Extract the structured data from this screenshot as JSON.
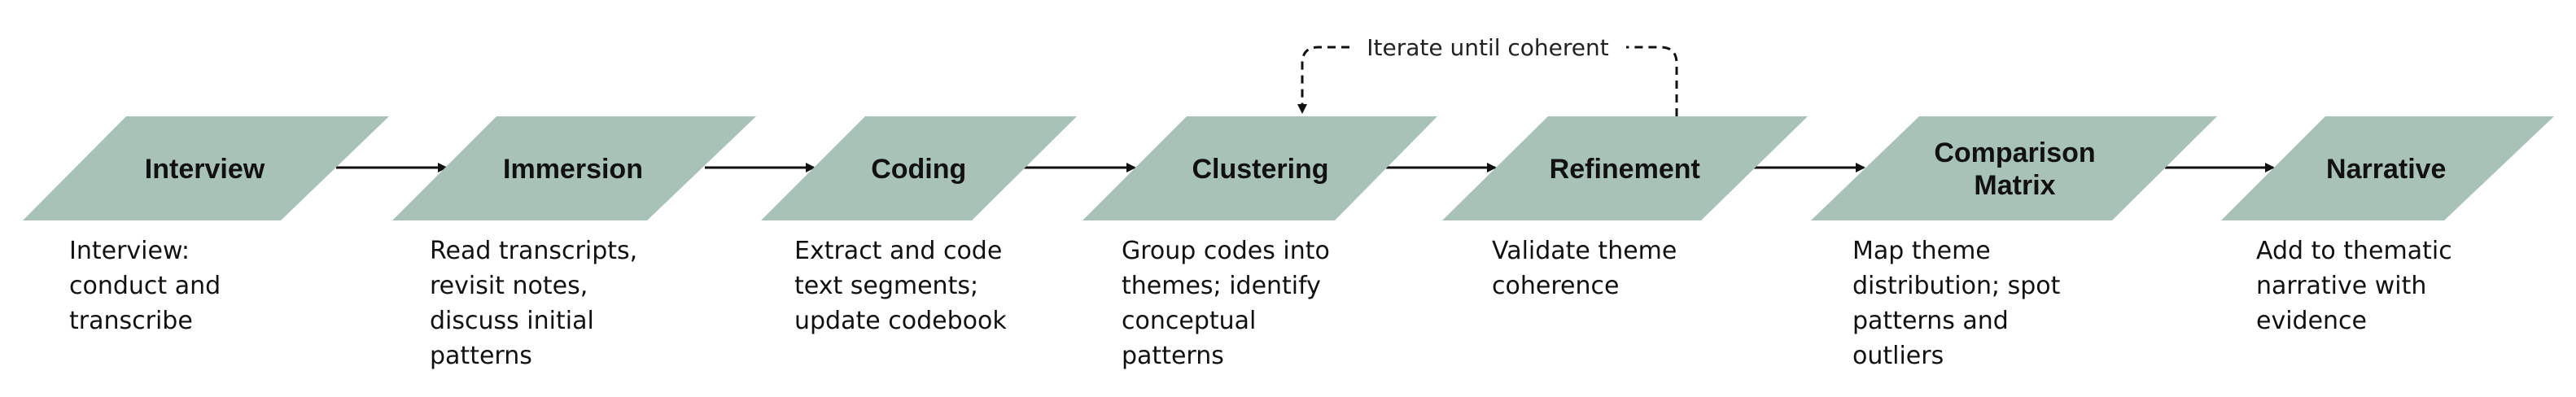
{
  "colors": {
    "shape_fill": "#a8c2b7",
    "text": "#111111",
    "line": "#111111"
  },
  "steps": [
    {
      "id": "interview",
      "title_lines": [
        "Interview"
      ],
      "desc_lines": [
        "Interview:",
        "conduct and",
        "transcribe"
      ]
    },
    {
      "id": "immersion",
      "title_lines": [
        "Immersion"
      ],
      "desc_lines": [
        "Read transcripts,",
        "revisit notes,",
        "discuss initial",
        "patterns"
      ]
    },
    {
      "id": "coding",
      "title_lines": [
        "Coding"
      ],
      "desc_lines": [
        "Extract and code",
        "text segments;",
        "update codebook"
      ]
    },
    {
      "id": "clustering",
      "title_lines": [
        "Clustering"
      ],
      "desc_lines": [
        "Group codes into",
        "themes; identify",
        "conceptual",
        "patterns"
      ]
    },
    {
      "id": "refinement",
      "title_lines": [
        "Refinement"
      ],
      "desc_lines": [
        "Validate theme",
        "coherence"
      ]
    },
    {
      "id": "comparison-matrix",
      "title_lines": [
        "Comparison",
        "Matrix"
      ],
      "desc_lines": [
        "Map theme",
        "distribution; spot",
        "patterns and",
        "outliers"
      ]
    },
    {
      "id": "narrative",
      "title_lines": [
        "Narrative"
      ],
      "desc_lines": [
        "Add to thematic",
        "narrative with",
        "evidence"
      ]
    }
  ],
  "loop": {
    "label": "Iterate until coherent",
    "from": "refinement",
    "to": "clustering"
  }
}
